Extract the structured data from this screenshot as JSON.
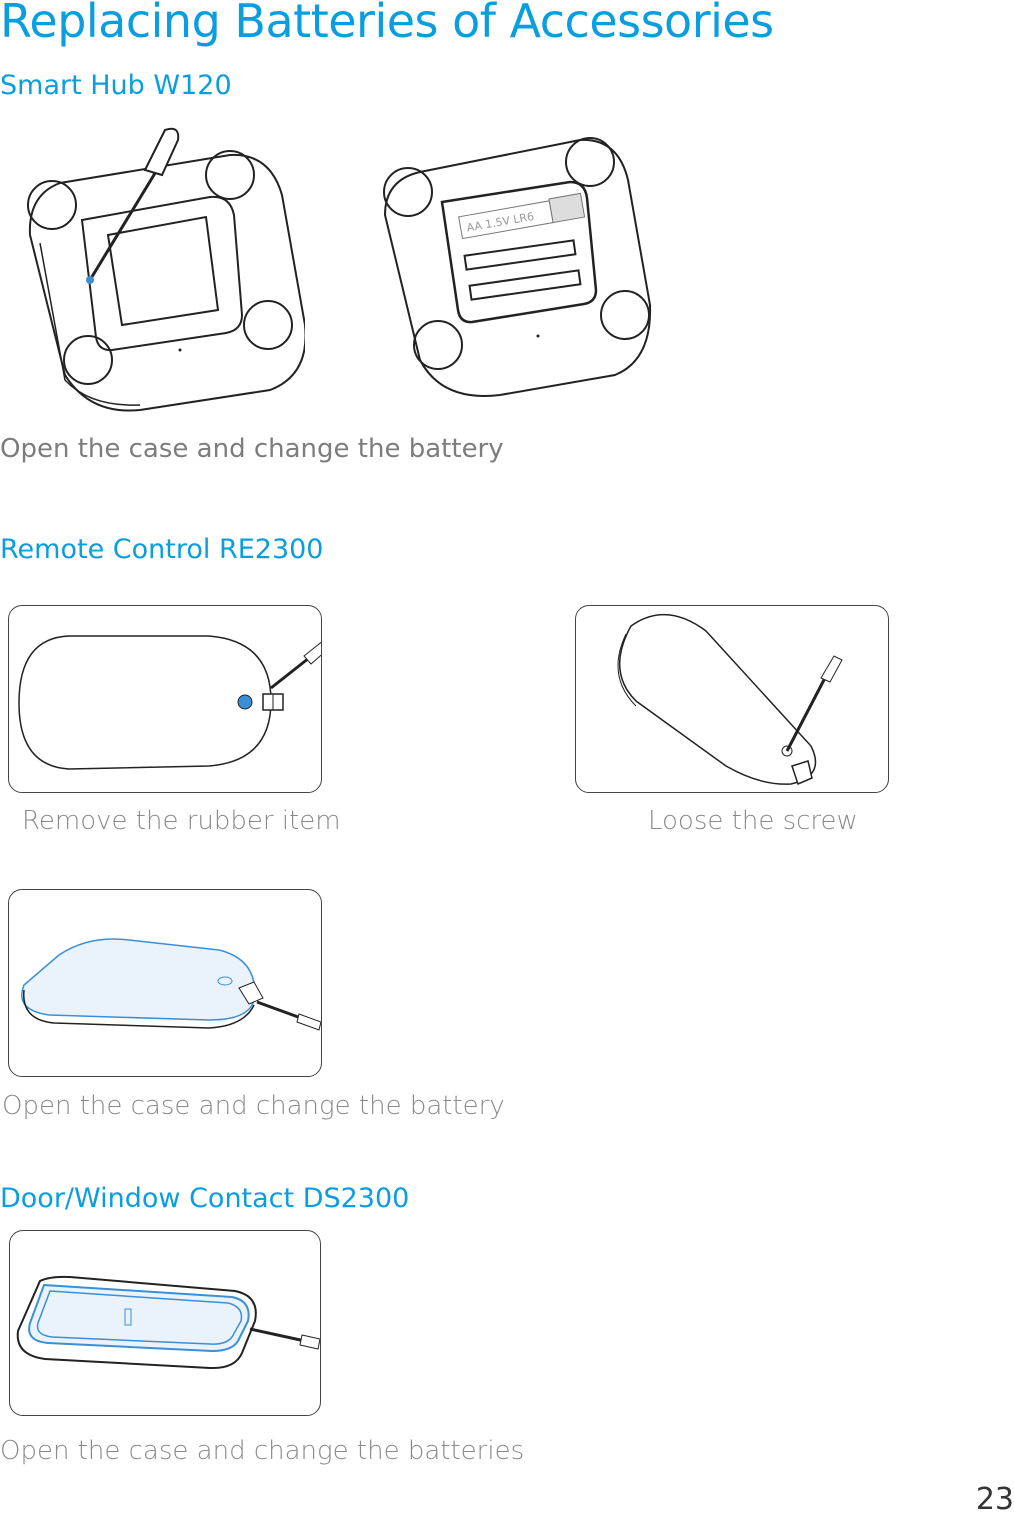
{
  "title": "Replacing Batteries of Accessories",
  "sections": {
    "hub": {
      "heading": "Smart Hub W120",
      "battery_label": "AA 1.5V LR6",
      "caption": "Open the case and change the battery"
    },
    "remote": {
      "heading": "Remote Control RE2300",
      "captions": [
        "Remove the rubber item",
        "Loose the screw",
        "Open the case and change the battery"
      ]
    },
    "contact": {
      "heading": "Door/Window Contact DS2300",
      "caption": "Open the case and change the batteries"
    }
  },
  "page_number": "23",
  "colors": {
    "heading": "#0a9ee0",
    "caption": "#8a8a8a",
    "accent_blue": "#3a8fd6"
  }
}
